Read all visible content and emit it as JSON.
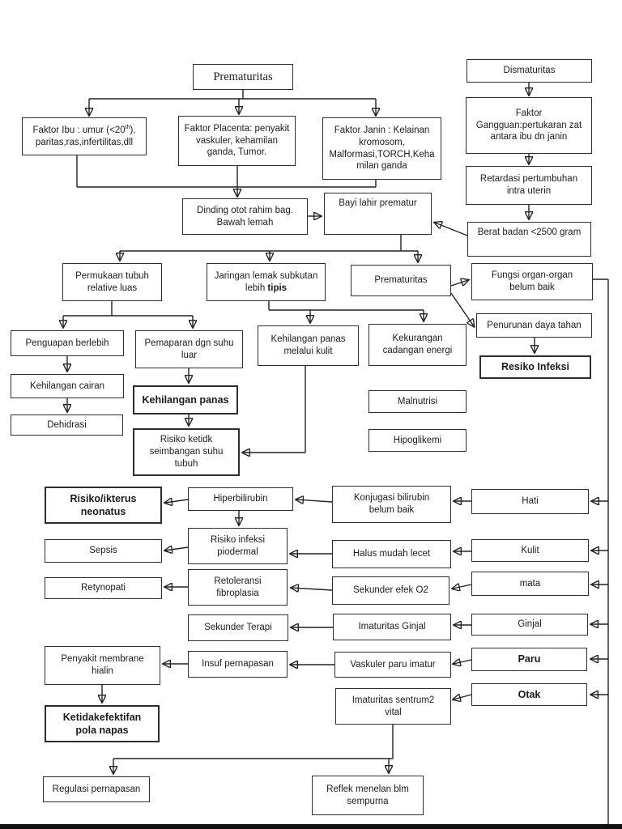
{
  "meta": {
    "diagram_title": "Prematuritas / Dismaturitas pathway flowchart",
    "language": "Indonesian",
    "colors": {
      "line": "#222222",
      "box_border": "#2e2e2e",
      "background": "#ffffff",
      "scan_bar": "#101010"
    }
  },
  "nodes": {
    "prematuritas_top": {
      "text": "Prematuritas"
    },
    "dismaturitas": {
      "text": "Dismaturitas"
    },
    "faktor_ibu": {
      "l1a": "Faktor Ibu : umur (<20",
      "l1sup": "th",
      "l1b": "),",
      "l2": "paritas,ras,infertilitas,dll"
    },
    "faktor_placenta": {
      "text": "Faktor Placenta: penyakit\nvaskuler, kehamilan\nganda, Tumor."
    },
    "faktor_janin": {
      "text": "Faktor Janin : Kelainan\nkromosom,\nMalformasi,TORCH,Keha\nmilan ganda"
    },
    "faktor_gangguan": {
      "text": "Faktor\nGangguan:pertukaran zat\nantara ibu dn janin"
    },
    "retardasi": {
      "text": "Retardasi pertumbuhan\nintra uterin"
    },
    "dinding": {
      "text": "Dinding otot rahim bag.\nBawah lemah"
    },
    "bayi_lahir": {
      "text": "Bayi lahir prematur"
    },
    "berat_badan": {
      "text": "Berat badan <2500 gram"
    },
    "permukaan": {
      "text": "Permukaan tubuh\nrelative luas"
    },
    "jaringan": {
      "line1": "Jaringan lemak subkutan",
      "line2_pre": "lebih ",
      "line2_bold": "tipis"
    },
    "prematuritas2": {
      "text": "Prematuritas"
    },
    "fungsi_organ": {
      "text": "Fungsi organ-organ\nbelum baik"
    },
    "penurunan": {
      "text": "Penurunan daya tahan"
    },
    "resiko_infeksi": {
      "text": "Resiko Infeksi"
    },
    "penguapan": {
      "text": "Penguapan berlebih"
    },
    "pemaparan": {
      "text": "Pemaparan dgn suhu\nluar"
    },
    "kp_kulit": {
      "text": "Kehilangan panas\nmelalui kulit"
    },
    "kekurangan": {
      "text": "Kekurangan\ncadangan energi"
    },
    "kehilangan_cairan": {
      "text": "Kehilangan cairan"
    },
    "kehilangan_panas": {
      "text": "Kehilangan panas"
    },
    "malnutrisi": {
      "text": "Malnutrisi"
    },
    "dehidrasi": {
      "text": "Dehidrasi"
    },
    "risiko_ketidk": {
      "text": "Risiko ketidk\nseimbangan suhu\ntubuh"
    },
    "hipoglikemi": {
      "text": "Hipoglikemi"
    },
    "risiko_ikterus": {
      "text": "Risiko/ikterus\nneonatus"
    },
    "hiperbilirubin": {
      "text": "Hiperbilirubin"
    },
    "konjugasi": {
      "text": "Konjugasi bilirubin\nbelum baik"
    },
    "hati": {
      "text": "Hati"
    },
    "sepsis": {
      "text": "Sepsis"
    },
    "risiko_piodermal": {
      "text": "Risiko infeksi\npiodermal"
    },
    "halus": {
      "text": "Halus mudah lecet"
    },
    "kulit": {
      "text": "Kulit"
    },
    "retynopati": {
      "text": "Retynopati"
    },
    "retoleransi": {
      "text": "Retoleransi\nfibroplasia"
    },
    "sekunder_efek": {
      "text": "Sekunder efek O2"
    },
    "mata": {
      "text": "mata"
    },
    "sekunder_terapi": {
      "text": "Sekunder Terapi"
    },
    "imaturitas_ginjal": {
      "text": "Imaturitas Ginjal"
    },
    "ginjal": {
      "text": "Ginjal"
    },
    "penyakit_membrane": {
      "text": "Penyakit membrane\nhialin"
    },
    "insuf": {
      "text": "Insuf pernapasan"
    },
    "vaskuler": {
      "text": "Vaskuler paru imatur"
    },
    "paru": {
      "text": "Paru"
    },
    "imaturitas_sentrum": {
      "text": "Imaturitas sentrum2\nvital"
    },
    "otak": {
      "text": "Otak"
    },
    "ketidakefektifan": {
      "text": "Ketidakefektifan\npola napas"
    },
    "regulasi": {
      "text": "Regulasi pernapasan"
    },
    "reflek": {
      "text": "Reflek menelan blm\nsempurna"
    }
  }
}
